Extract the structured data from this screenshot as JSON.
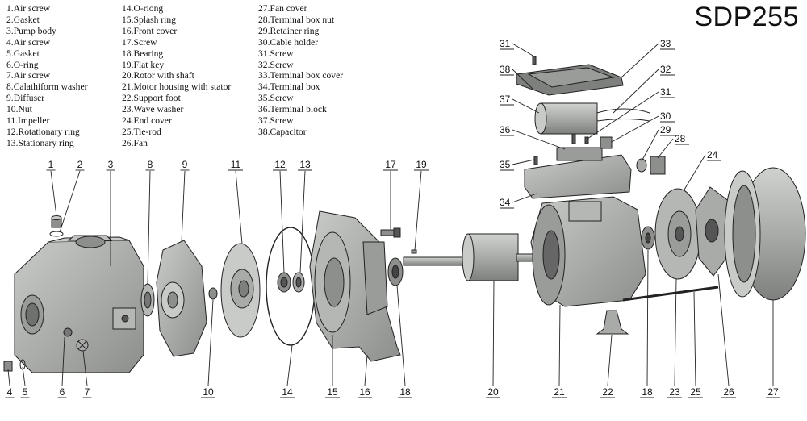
{
  "model": "SDP255",
  "legend": [
    "1.Air screw",
    "2.Gasket",
    "3.Pump body",
    "4.Air screw",
    "5.Gasket",
    "6.O-ring",
    "7.Air screw",
    "8.Calathiform washer",
    "9.Diffuser",
    "10.Nut",
    "11.Impeller",
    "12.Rotationary ring",
    "13.Stationary ring",
    "14.O-riong",
    "15.Splash ring",
    "16.Front cover",
    "17.Screw",
    "18.Bearing",
    "19.Flat key",
    "20.Rotor with shaft",
    "21.Motor housing with stator",
    "22.Support foot",
    "23.Wave washer",
    "24.End cover",
    "25.Tie-rod",
    "26.Fan",
    "27.Fan cover",
    "28.Terminal box nut",
    "29.Retainer ring",
    "30.Cable holder",
    "31.Screw",
    "32.Screw",
    "33.Terminal box cover",
    "34.Terminal box",
    "35.Screw",
    "36.Terminal block",
    "37.Screw",
    "38.Capacitor"
  ],
  "callouts": [
    "1",
    "2",
    "3",
    "4",
    "5",
    "6",
    "7",
    "8",
    "9",
    "10",
    "11",
    "12",
    "13",
    "14",
    "15",
    "16",
    "17",
    "18",
    "19",
    "20",
    "21",
    "22",
    "18",
    "23",
    "25",
    "26",
    "27",
    "31",
    "33",
    "38",
    "32",
    "37",
    "31",
    "30",
    "36",
    "29",
    "28",
    "35",
    "24",
    "34"
  ],
  "colors": {
    "part_fill": "#a9aba8",
    "part_dark": "#7d807c",
    "part_light": "#c9cbc8",
    "line": "#222222"
  }
}
